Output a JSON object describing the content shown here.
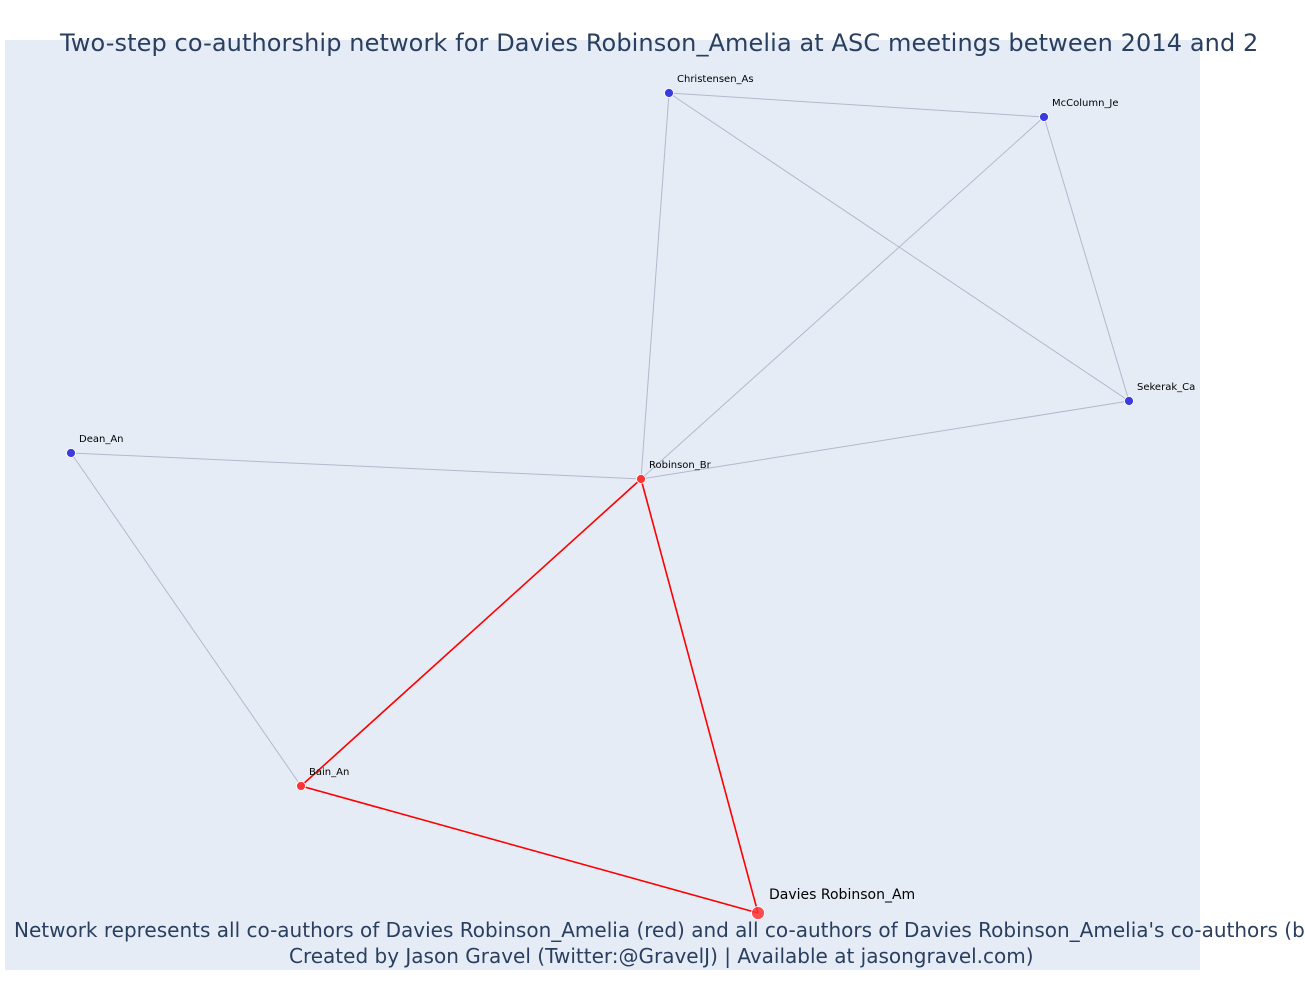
{
  "title": "Two-step co-authorship network for Davies Robinson_Amelia at ASC meetings between 2014 and 2",
  "footer": {
    "line1": "Network represents all co-authors of Davies Robinson_Amelia (red) and all co-authors of Davies Robinson_Amelia's co-authors (b",
    "line2": "Created by Jason Gravel (Twitter:@GravelJ) | Available at jasongravel.com)"
  },
  "colors": {
    "plot_background": "#e5ecf6",
    "red_node": "#ff3333",
    "blue_node": "#3b3be0",
    "red_edge": "#ff0000",
    "grey_edge": "#b4b8cc",
    "title_text": "#2a3f5f"
  },
  "nodes": [
    {
      "id": "christensen",
      "label": "Christensen_As",
      "group": "blue"
    },
    {
      "id": "mccolumn",
      "label": "McColumn_Je",
      "group": "blue"
    },
    {
      "id": "sekerak",
      "label": "Sekerak_Ca",
      "group": "blue"
    },
    {
      "id": "dean",
      "label": "Dean_An",
      "group": "blue"
    },
    {
      "id": "robinson",
      "label": "Robinson_Br",
      "group": "red"
    },
    {
      "id": "bain",
      "label": "Bain_An",
      "group": "red"
    },
    {
      "id": "davies",
      "label": "Davies Robinson_Am",
      "group": "focal"
    }
  ],
  "edges": [
    {
      "source": "christensen",
      "target": "mccolumn",
      "type": "grey"
    },
    {
      "source": "christensen",
      "target": "sekerak",
      "type": "grey"
    },
    {
      "source": "christensen",
      "target": "robinson",
      "type": "grey"
    },
    {
      "source": "mccolumn",
      "target": "sekerak",
      "type": "grey"
    },
    {
      "source": "mccolumn",
      "target": "robinson",
      "type": "grey"
    },
    {
      "source": "sekerak",
      "target": "robinson",
      "type": "grey"
    },
    {
      "source": "dean",
      "target": "robinson",
      "type": "grey"
    },
    {
      "source": "dean",
      "target": "bain",
      "type": "grey"
    },
    {
      "source": "robinson",
      "target": "bain",
      "type": "red"
    },
    {
      "source": "robinson",
      "target": "davies",
      "type": "red"
    },
    {
      "source": "bain",
      "target": "davies",
      "type": "red"
    }
  ]
}
